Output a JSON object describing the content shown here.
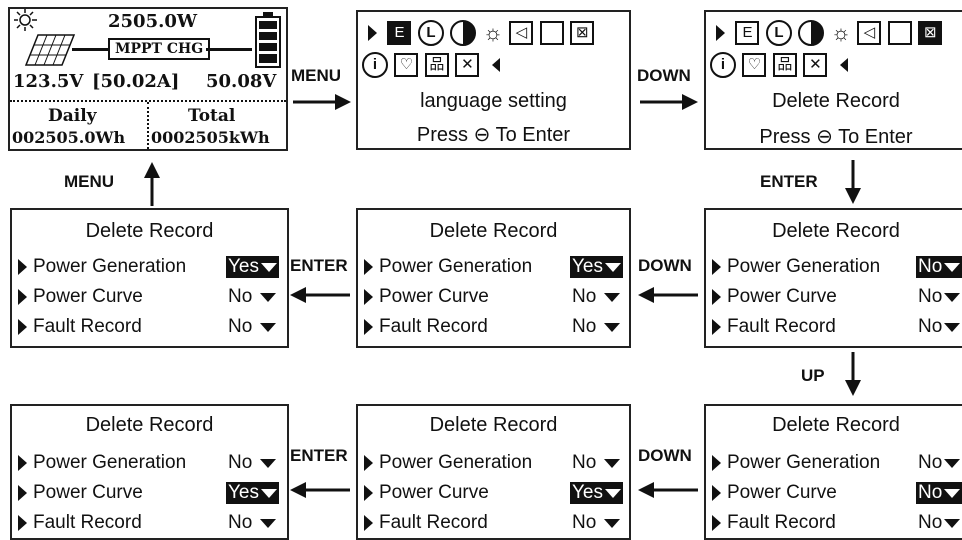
{
  "main_screen": {
    "power": "2505.0W",
    "mode": "MPPT CHG",
    "voltage": "123.5V",
    "current": "[50.02A]",
    "battery_voltage": "50.08V",
    "daily_label": "Daily",
    "total_label": "Total",
    "daily_value": "002505.0Wh",
    "total_value": "0002505kWh"
  },
  "menu_screens": [
    {
      "caption": "language setting",
      "hint_prefix": "Press",
      "hint_suffix": "To Enter"
    },
    {
      "caption": "Delete Record",
      "hint_prefix": "Press",
      "hint_suffix": "To Enter"
    }
  ],
  "delete_title": "Delete Record",
  "items": {
    "gen": "Power Generation",
    "curve": "Power Curve",
    "fault": "Fault Record"
  },
  "options": {
    "yes": "Yes",
    "no": "No"
  },
  "buttons": {
    "menu": "MENU",
    "down": "DOWN",
    "enter": "ENTER",
    "up": "UP"
  },
  "icons": [
    "sun-icon",
    "solar-panel-icon",
    "battery-icon",
    "language-icon",
    "clock-icon",
    "contrast-icon",
    "brightness-icon",
    "speaker-icon",
    "page-icon",
    "delete-record-icon",
    "info-icon",
    "bulb-icon",
    "network-icon",
    "tools-icon"
  ]
}
